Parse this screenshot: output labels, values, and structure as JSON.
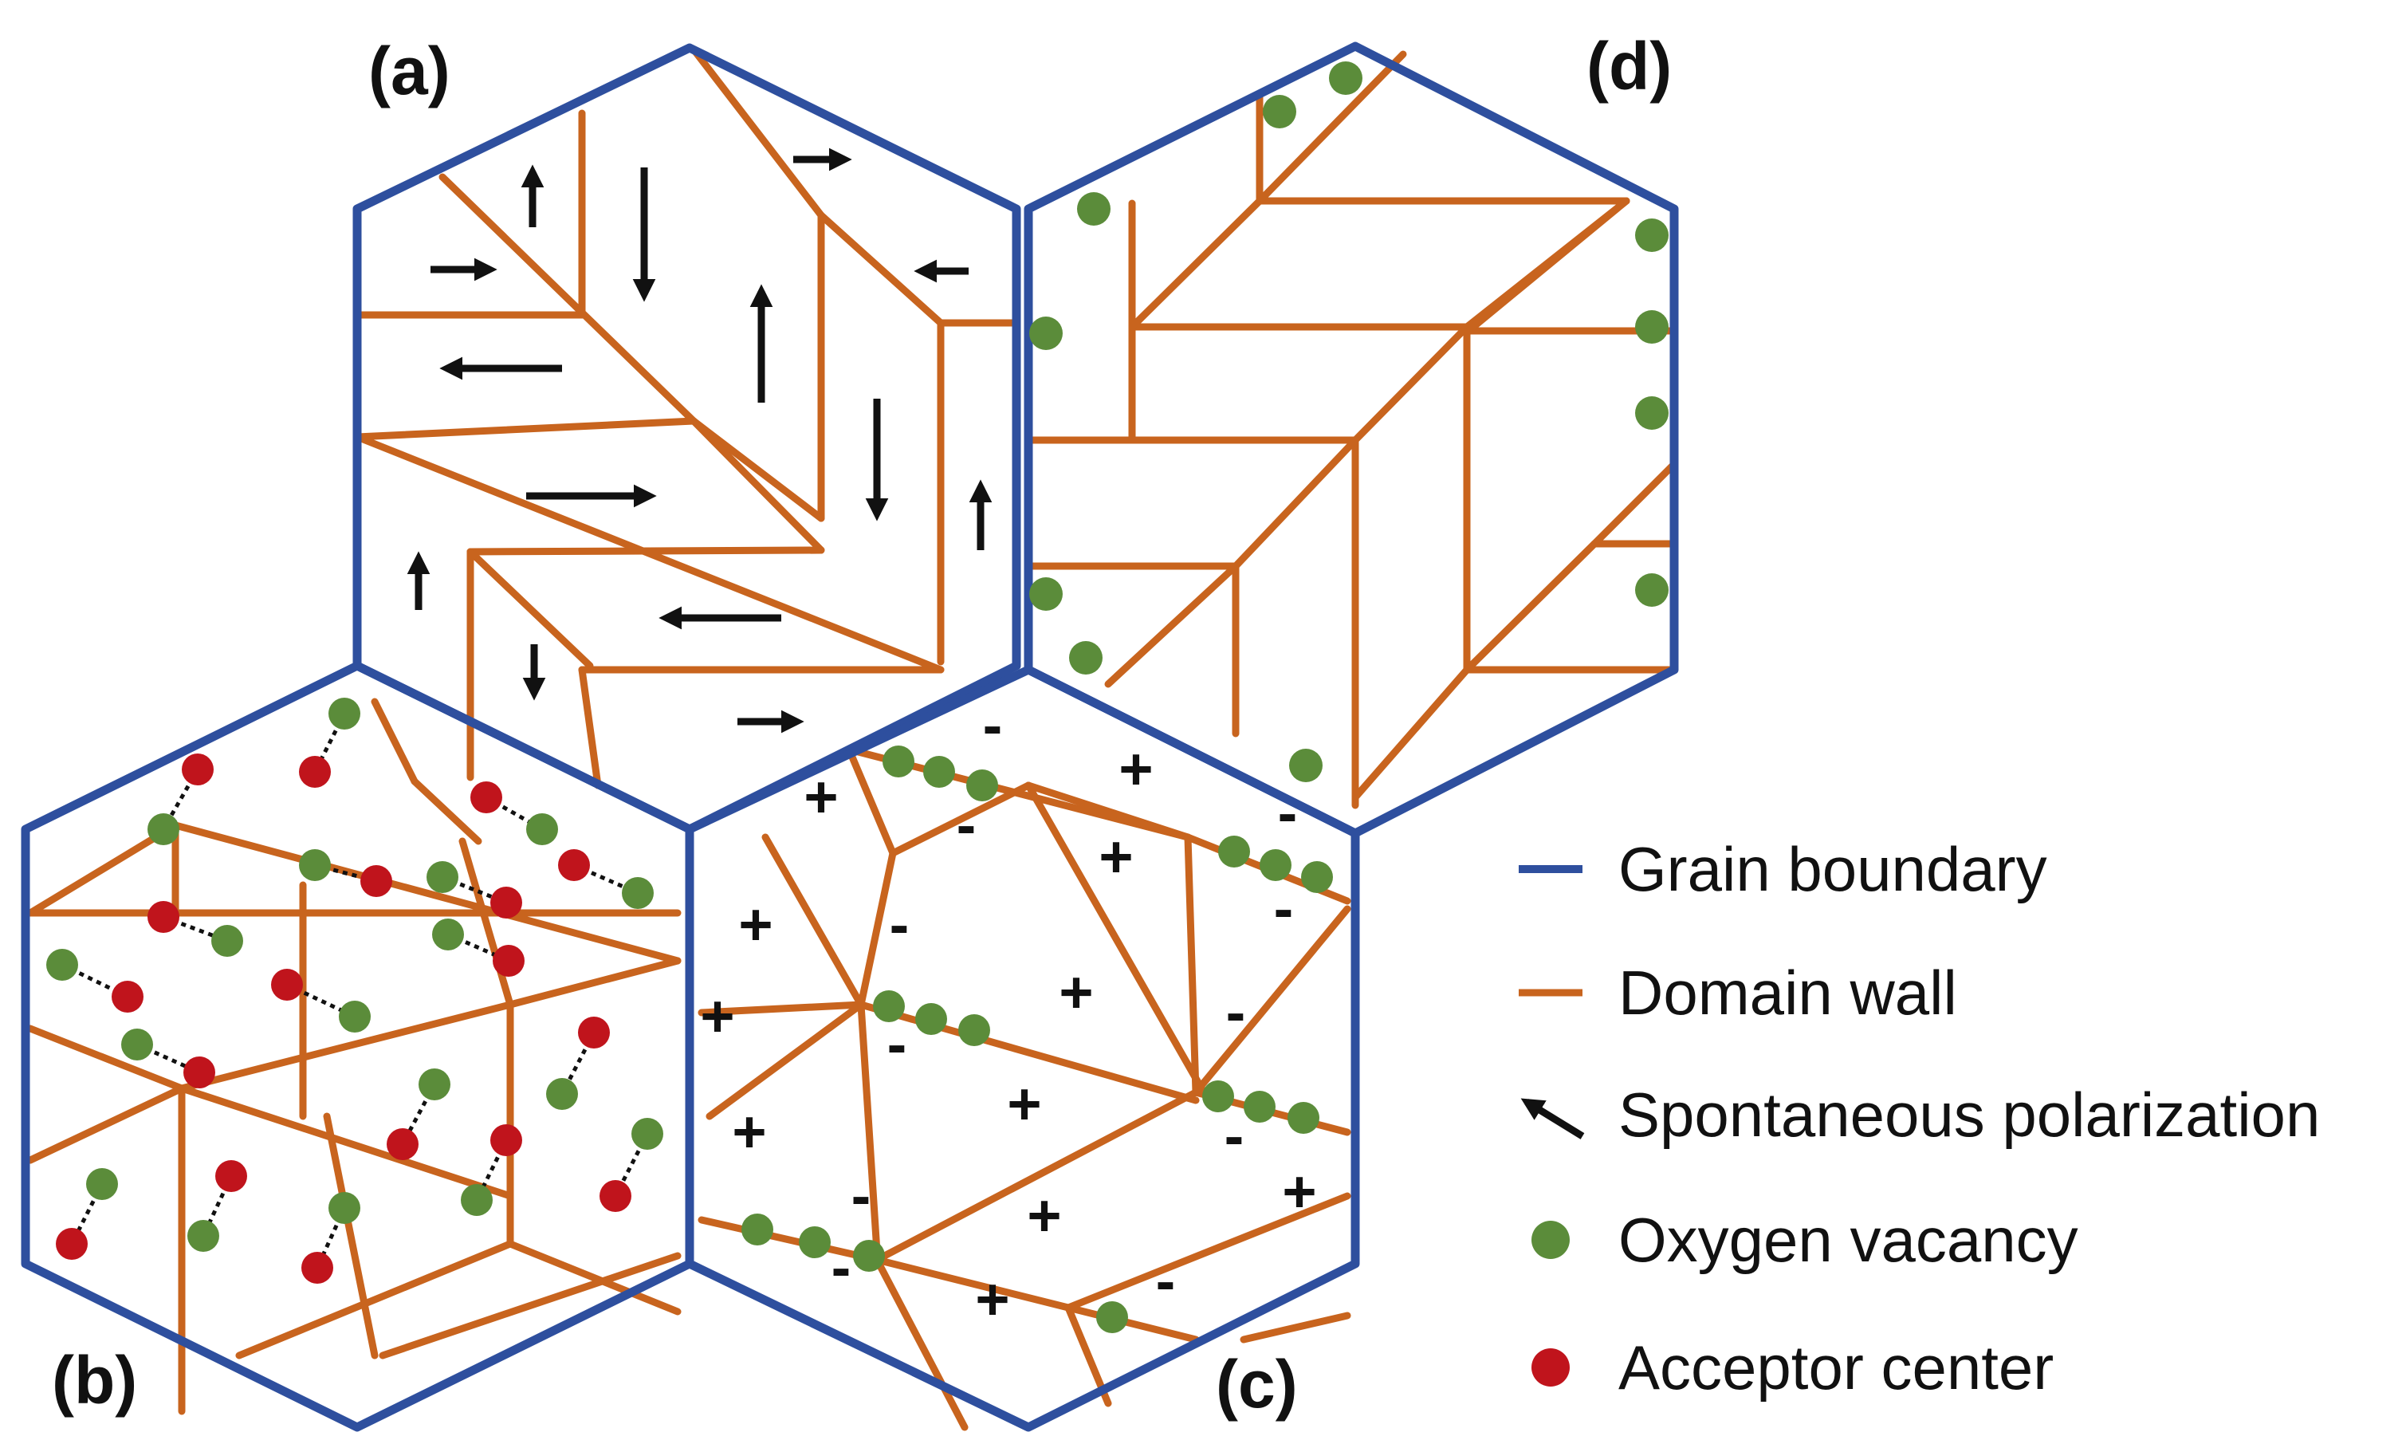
{
  "panels": {
    "a": "(a)",
    "b": "(b)",
    "c": "(c)",
    "d": "(d)"
  },
  "legend": {
    "grain_boundary": "Grain boundary",
    "domain_wall": "Domain wall",
    "spontaneous_polarization": "Spontaneous polarization",
    "oxygen_vacancy": "Oxygen vacancy",
    "acceptor_center": "Acceptor center"
  },
  "charges": {
    "plus": "+",
    "minus": "-"
  },
  "colors": {
    "grain_boundary": "#2E4F9E",
    "domain_wall": "#C8641E",
    "oxygen_vacancy": "#5B8C3A",
    "acceptor_center": "#C0141C",
    "arrow": "#111111"
  }
}
